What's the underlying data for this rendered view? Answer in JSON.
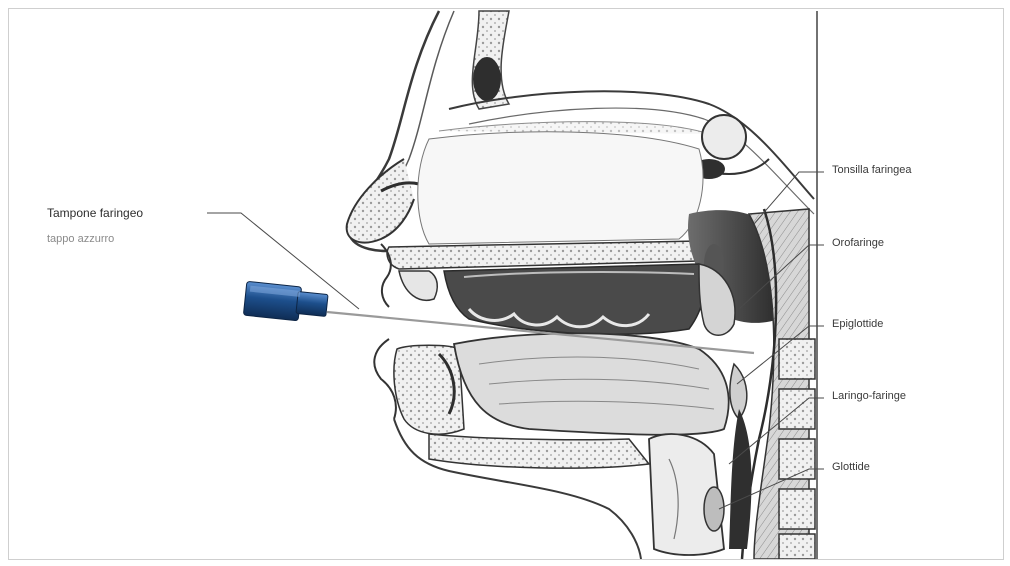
{
  "labels": {
    "tampone": "Tampone faringeo",
    "tampone_sub": "tappo azzurro",
    "tonsilla": "Tonsilla faringea",
    "orofaringe": "Orofaringe",
    "epiglottide": "Epiglottide",
    "laringo": "Laringo-faringe",
    "glottide": "Glottide"
  },
  "colors": {
    "swab_cap": "#1d4f8c",
    "swab_cap_light": "#3f7cc4",
    "line": "#555555",
    "bone": "#efefef",
    "shade": "#3a3a3a"
  }
}
